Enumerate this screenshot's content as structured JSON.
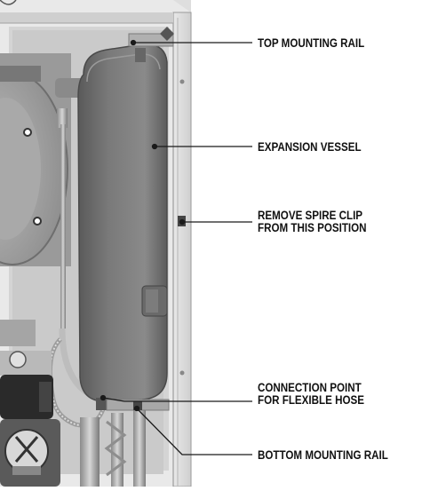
{
  "diagram": {
    "colors": {
      "background": "#ffffff",
      "vessel": "#6b6b6b",
      "frame": "#d9d9d9",
      "leader": "#1a1a1a",
      "text": "#111111"
    },
    "callouts": [
      {
        "id": "top-mounting-rail",
        "lines": [
          "TOP MOUNTING RAIL"
        ]
      },
      {
        "id": "expansion-vessel",
        "lines": [
          "EXPANSION VESSEL"
        ]
      },
      {
        "id": "spire-clip",
        "lines": [
          "REMOVE SPIRE CLIP",
          "FROM THIS POSITION"
        ]
      },
      {
        "id": "connection-point",
        "lines": [
          "CONNECTION POINT",
          "FOR FLEXIBLE HOSE"
        ]
      },
      {
        "id": "bottom-mounting-rail",
        "lines": [
          "BOTTOM MOUNTING RAIL"
        ]
      }
    ]
  }
}
